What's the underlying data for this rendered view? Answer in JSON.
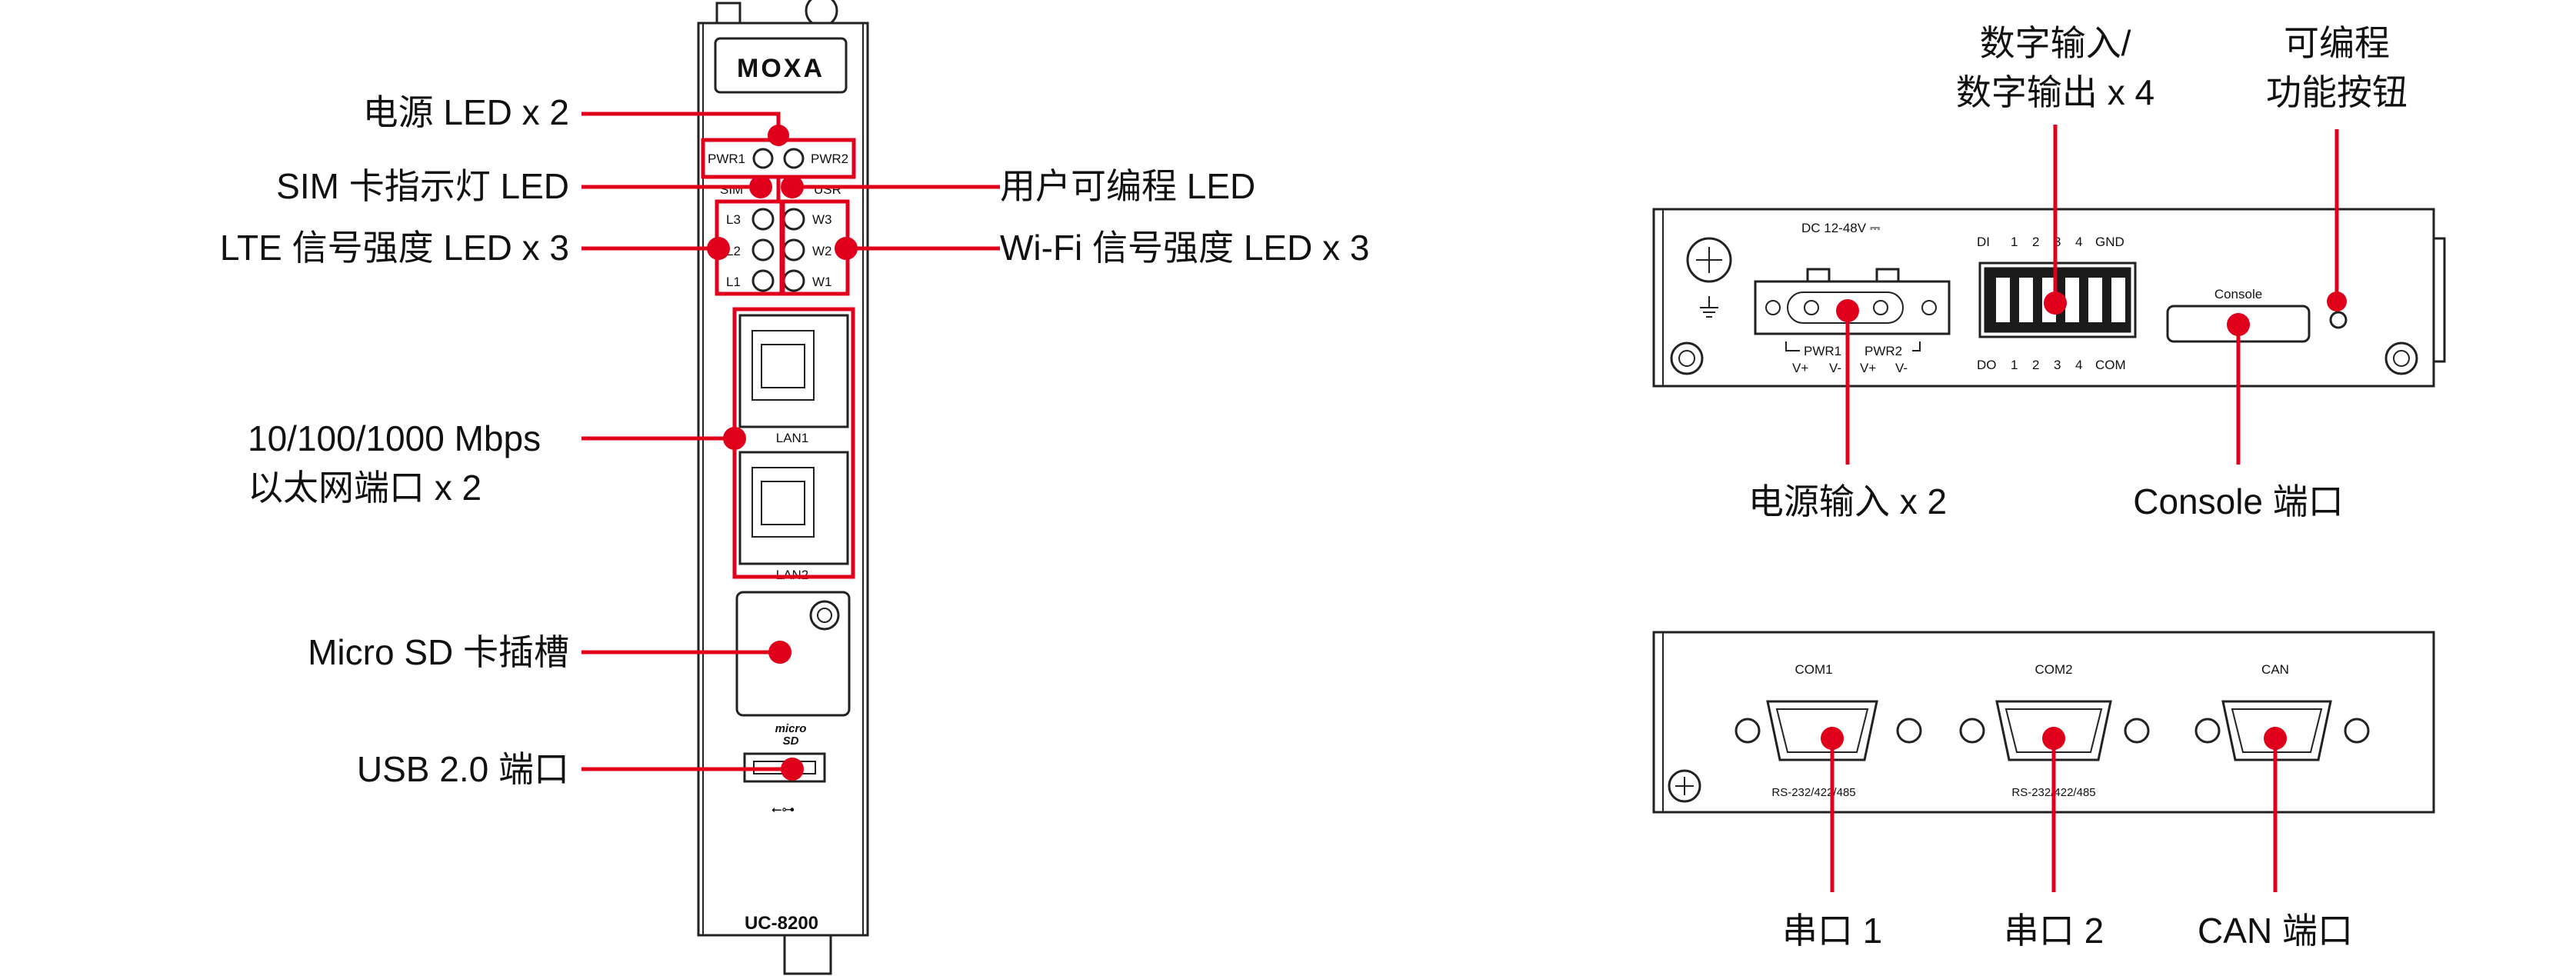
{
  "colors": {
    "accent": "#e0001b",
    "line": "#222222"
  },
  "front_panel": {
    "brand": "MOXA",
    "model": "UC-8200",
    "led_labels": {
      "pwr1": "PWR1",
      "pwr2": "PWR2",
      "sim": "SIM",
      "usr": "USR",
      "l3": "L3",
      "l2": "L2",
      "l1": "L1",
      "w3": "W3",
      "w2": "W2",
      "w1": "W1"
    },
    "lan1": "LAN1",
    "lan2": "LAN2",
    "sd_logo_top": "micro",
    "sd_logo_bottom": "SD"
  },
  "callouts_left": {
    "power_led": "电源 LED x 2",
    "sim_led": "SIM 卡指示灯 LED",
    "lte_led": "LTE 信号强度 LED x 3",
    "ethernet_line1": "10/100/1000 Mbps",
    "ethernet_line2": "以太网端口 x 2",
    "micro_sd": "Micro SD 卡插槽",
    "usb": "USB 2.0 端口"
  },
  "callouts_right_of_front": {
    "user_led": "用户可编程 LED",
    "wifi_led": "Wi-Fi 信号强度 LED x 3"
  },
  "top_panel": {
    "power_spec": "DC 12-48V ⎓",
    "di_labels": [
      "DI",
      "1",
      "2",
      "3",
      "4",
      "GND"
    ],
    "do_labels": [
      "DO",
      "1",
      "2",
      "3",
      "4",
      "COM"
    ],
    "console_label": "Console",
    "pwr1_label": "PWR1",
    "pwr2_label": "PWR2",
    "pin_labels": [
      "V+",
      "V-",
      "V+",
      "V-"
    ],
    "callout_dio_line1": "数字输入/",
    "callout_dio_line2": "数字输出 x 4",
    "callout_button_line1": "可编程",
    "callout_button_line2": "功能按钮",
    "callout_power_input": "电源输入 x 2",
    "callout_console": "Console 端口"
  },
  "bottom_panel": {
    "com1": "COM1",
    "com2": "COM2",
    "can": "CAN",
    "serial_spec_1": "RS-232/422/485",
    "serial_spec_2": "RS-232/422/485",
    "callout_serial1": "串口 1",
    "callout_serial2": "串口 2",
    "callout_can": "CAN 端口"
  }
}
